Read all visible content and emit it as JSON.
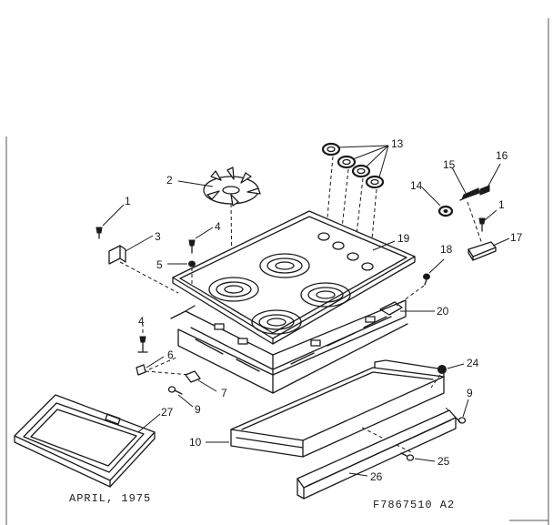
{
  "caption": {
    "date": "APRIL, 1975",
    "drawing_number": "F7867510 A2"
  },
  "callouts": {
    "c1": "1",
    "c1b": "1",
    "c2": "2",
    "c3": "3",
    "c4": "4",
    "c4b": "4",
    "c5": "5",
    "c6": "6",
    "c7": "7",
    "c9": "9",
    "c9b": "9",
    "c10": "10",
    "c13": "13",
    "c14": "14",
    "c15": "15",
    "c16": "16",
    "c17": "17",
    "c18": "18",
    "c19": "19",
    "c20": "20",
    "c24": "24",
    "c25": "25",
    "c26": "26",
    "c27": "27"
  }
}
